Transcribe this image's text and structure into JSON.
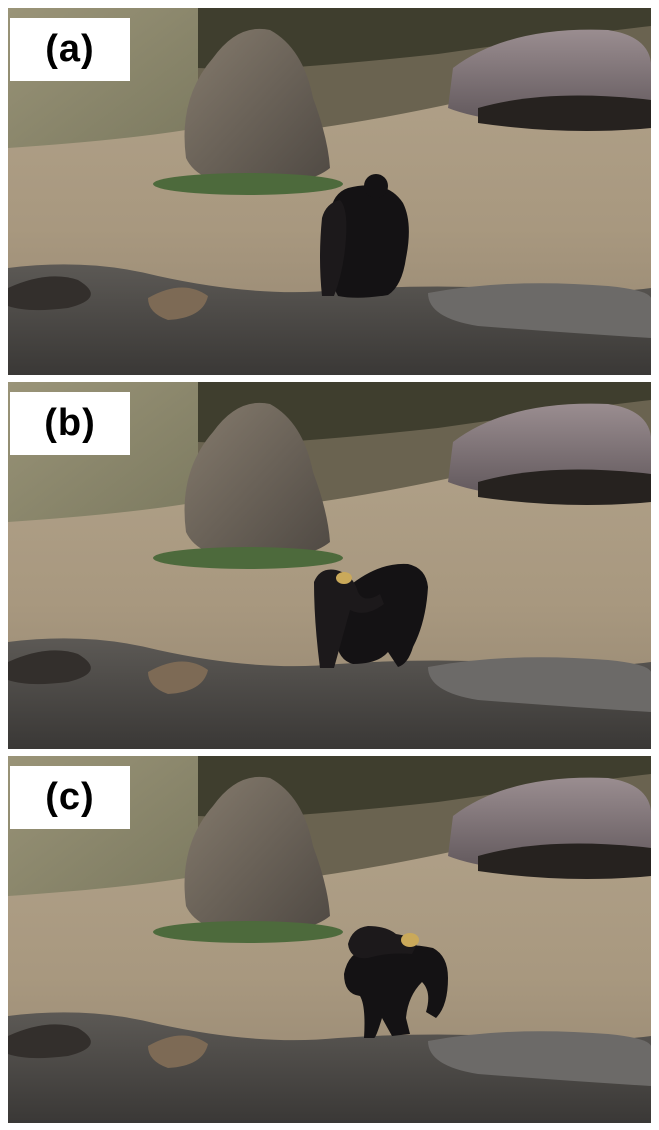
{
  "figure": {
    "panels": [
      {
        "label": "(a)",
        "scene": "a"
      },
      {
        "label": "(b)",
        "scene": "b"
      },
      {
        "label": "(c)",
        "scene": "c"
      }
    ]
  },
  "colors": {
    "ground": "#a8987f",
    "wall": "#8d8a6e",
    "rock": "#6f675c",
    "boulder": "#7b6f73",
    "chimp": "#141214",
    "grass": "#4d6a3c",
    "foreground_rock": "#4e4b48",
    "background": "#ffffff",
    "label_box": "#ffffff",
    "label_text": "#000000"
  }
}
